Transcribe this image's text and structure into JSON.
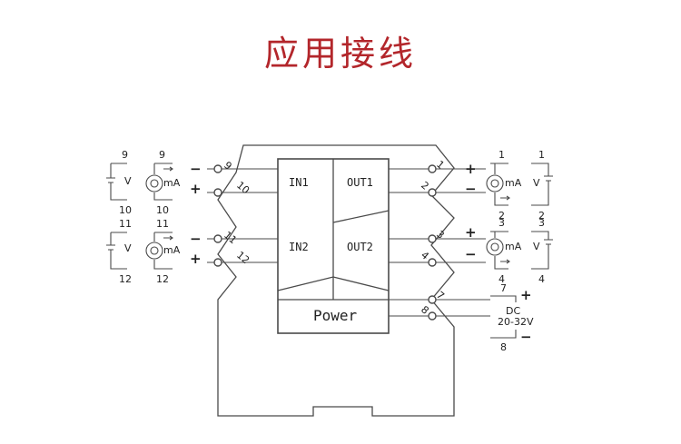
{
  "title": "应用接线",
  "module": {
    "in1": "IN1",
    "in2": "IN2",
    "out1": "OUT1",
    "out2": "OUT2",
    "power": "Power"
  },
  "terminals": {
    "t1": "1",
    "t2": "2",
    "t3": "3",
    "t4": "4",
    "t7": "7",
    "t8": "8",
    "t9": "9",
    "t10": "10",
    "t11": "11",
    "t12": "12"
  },
  "polarity": {
    "minus": "−",
    "plus": "+"
  },
  "sources": {
    "voltage": "V",
    "current": "mA"
  },
  "supply": {
    "dc": "DC",
    "range": "20-32V",
    "plus": "+",
    "minus": "−"
  }
}
